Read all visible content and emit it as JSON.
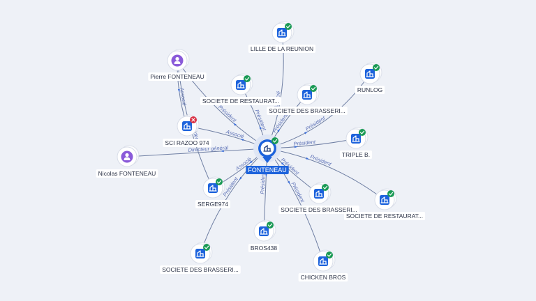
{
  "center": {
    "label": "FONTENEAU",
    "type": "company"
  },
  "nodes": [
    {
      "id": "lille",
      "label": "LILLE DE LA REUNION",
      "type": "company",
      "status": "ok"
    },
    {
      "id": "pierre",
      "label": "Pierre FONTENEAU",
      "type": "person",
      "status": "none"
    },
    {
      "id": "runlog",
      "label": "RUNLOG",
      "type": "company",
      "status": "ok"
    },
    {
      "id": "soc_resto1",
      "label": "SOCIETE DE RESTAURAT...",
      "type": "company",
      "status": "ok"
    },
    {
      "id": "soc_bras1",
      "label": "SOCIETE DES BRASSERI...",
      "type": "company",
      "status": "ok"
    },
    {
      "id": "sci_razoo",
      "label": "SCI RAZOO 974",
      "type": "company",
      "status": "error"
    },
    {
      "id": "triple_b",
      "label": "TRIPLE B.",
      "type": "company",
      "status": "ok"
    },
    {
      "id": "nicolas",
      "label": "Nicolas FONTENEAU",
      "type": "person",
      "status": "none"
    },
    {
      "id": "serge974",
      "label": "SERGE974",
      "type": "company",
      "status": "ok"
    },
    {
      "id": "soc_bras2",
      "label": "SOCIETE DES BRASSERI...",
      "type": "company",
      "status": "ok"
    },
    {
      "id": "soc_resto2",
      "label": "SOCIETE DE RESTAURAT...",
      "type": "company",
      "status": "ok"
    },
    {
      "id": "bros438",
      "label": "BROS438",
      "type": "company",
      "status": "ok"
    },
    {
      "id": "soc_bras3",
      "label": "SOCIETE DES BRASSERI...",
      "type": "company",
      "status": "ok"
    },
    {
      "id": "chicken_bros",
      "label": "CHICKEN BROS",
      "type": "company",
      "status": "ok"
    }
  ],
  "edges": [
    {
      "to": "lille",
      "label": "Associé"
    },
    {
      "to": "pierre",
      "label": "Président"
    },
    {
      "to": "runlog",
      "label": "Président"
    },
    {
      "to": "soc_resto1",
      "label": "Président"
    },
    {
      "to": "soc_bras1",
      "label": "Président"
    },
    {
      "to": "sci_razoo",
      "label": "Associé"
    },
    {
      "to": "triple_b",
      "label": "Président"
    },
    {
      "to": "nicolas",
      "label": "Directeur général"
    },
    {
      "to": "serge974",
      "label": "Associé"
    },
    {
      "to": "soc_bras2",
      "label": "Président"
    },
    {
      "to": "soc_resto2",
      "label": "Président"
    },
    {
      "to": "bros438",
      "label": "Président"
    },
    {
      "to": "soc_bras3",
      "label": "Président"
    },
    {
      "to": "chicken_bros",
      "label": "Président"
    },
    {
      "from": "pierre",
      "to": "sci_razoo",
      "label": "Associé"
    },
    {
      "from": "pierre",
      "to": "serge974",
      "label": "Président"
    }
  ],
  "icons": {
    "company": "building-icon",
    "person": "user-icon",
    "ok": "check-badge-icon",
    "error": "close-badge-icon"
  },
  "colors": {
    "company": "#1d63dc",
    "person": "#8a5ad9",
    "ok": "#1a9a55",
    "error": "#d93044",
    "edge": "#6f7fa3",
    "edge_label": "#5a6fb5"
  }
}
